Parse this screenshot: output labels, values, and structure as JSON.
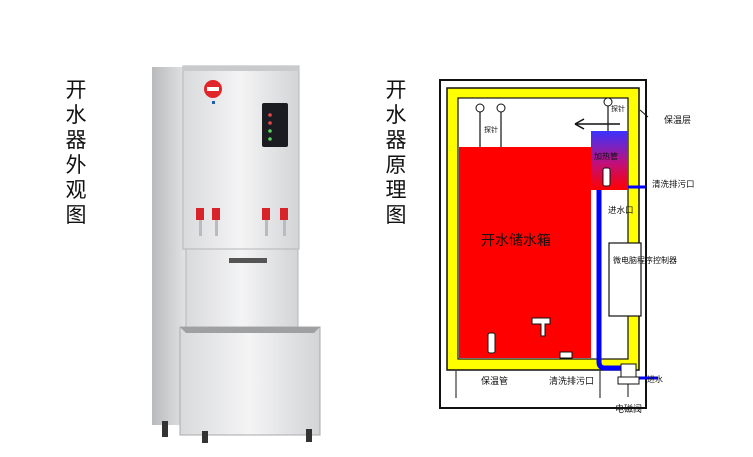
{
  "titles": {
    "exterior": "开水器外观图",
    "principle": "开水器原理图"
  },
  "diagram": {
    "labels": {
      "insulation": "保温层",
      "tank": "开水储水箱",
      "heating": "加热管",
      "cleaning_drain_right": "清洗排污口",
      "inlet": "进水口",
      "control": "微电脑程序控制器",
      "temp_probe": "保温管",
      "cleaning_drain_bottom": "清洗排污口",
      "solenoid": "电磁阀",
      "water_in": "进水",
      "probe_left": "探针",
      "probe_right": "探针"
    }
  },
  "colors": {
    "insulation": "#ffff00",
    "water": "#ff0000",
    "heater_top": "#3333ff",
    "pipe": "#0000ff",
    "frame": "#111111"
  }
}
